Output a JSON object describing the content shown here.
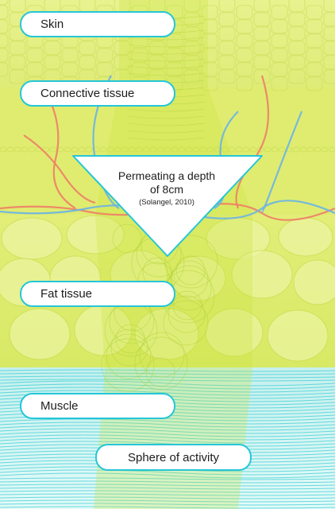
{
  "labels": {
    "skin": "Skin",
    "connective": "Connective tissue",
    "fat": "Fat tissue",
    "muscle": "Muscle",
    "sphere": "Sphere of activity"
  },
  "callout": {
    "line1": "Permeating a depth",
    "line2": "of 8cm",
    "citation": "(Solangel, 2010)"
  },
  "colors": {
    "skin": "#e4ef87",
    "connective": "#ddeb6c",
    "fat": "#dcec6a",
    "fat_highlight": "#eef6a8",
    "muscle_base": "#d4f4f2",
    "muscle_fiber": "#3ccfd6",
    "label_border": "#25c6d8",
    "vessel_red": "#ee7f66",
    "vessel_blue": "#6ab4e6",
    "band": "#c9e23a"
  }
}
